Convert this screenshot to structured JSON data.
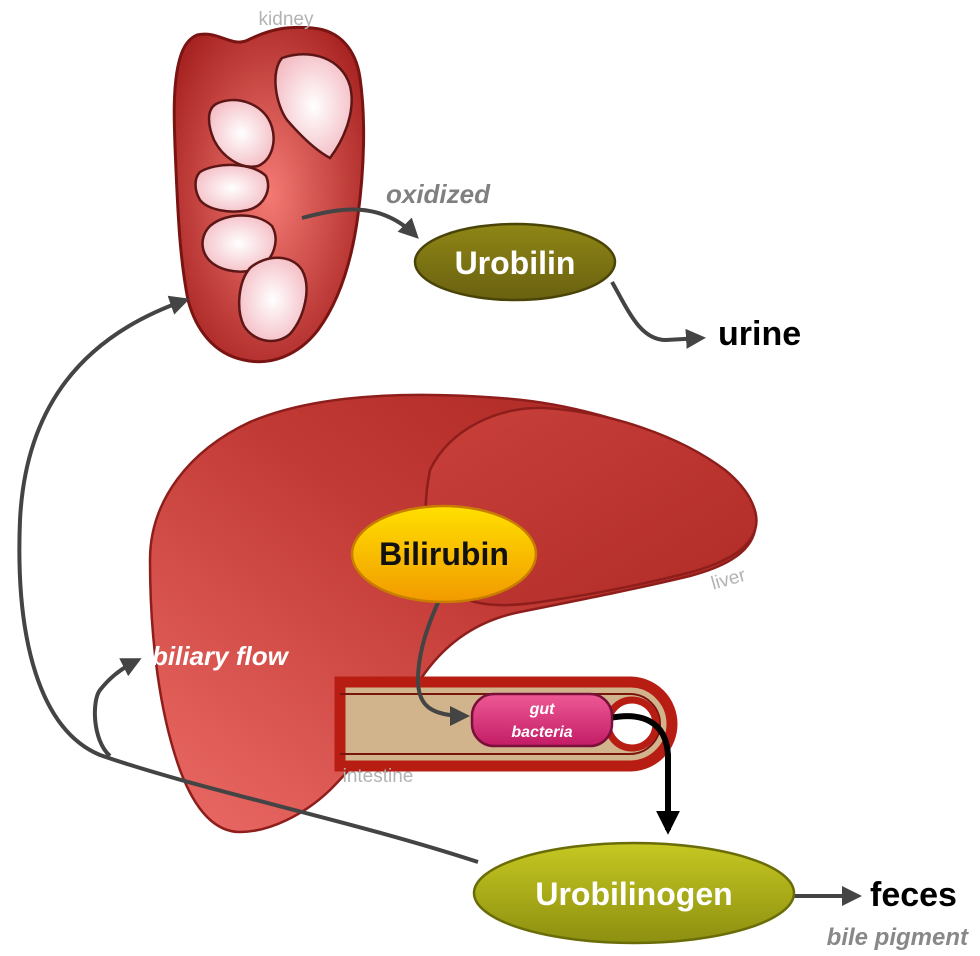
{
  "labels": {
    "kidney": "kidney",
    "oxidized": "oxidized",
    "urobilin": "Urobilin",
    "urine": "urine",
    "liver": "liver",
    "bilirubin": "Bilirubin",
    "biliary_flow": "biliary flow",
    "gut": "gut",
    "bacteria": "bacteria",
    "intestine": "intestine",
    "urobilinogen": "Urobilinogen",
    "feces": "feces",
    "bile_pigment": "bile pigment"
  },
  "colors": {
    "organ_red": "#b8302c",
    "organ_red_light": "#e05a55",
    "organ_red_dark": "#8e1e1b",
    "intestine_fill": "#d2b48c",
    "intestine_wall": "#b81d14",
    "urobilin_fill": "#7a7214",
    "urobilinogen_fill": "#a8ac16",
    "bilirubin_fill": "#f5b800",
    "bacteria_fill": "#e0407f",
    "arrow": "#444444",
    "arrow_strong": "#000000",
    "organ_label": "#b3b3b3",
    "pigment_label": "#888888"
  }
}
